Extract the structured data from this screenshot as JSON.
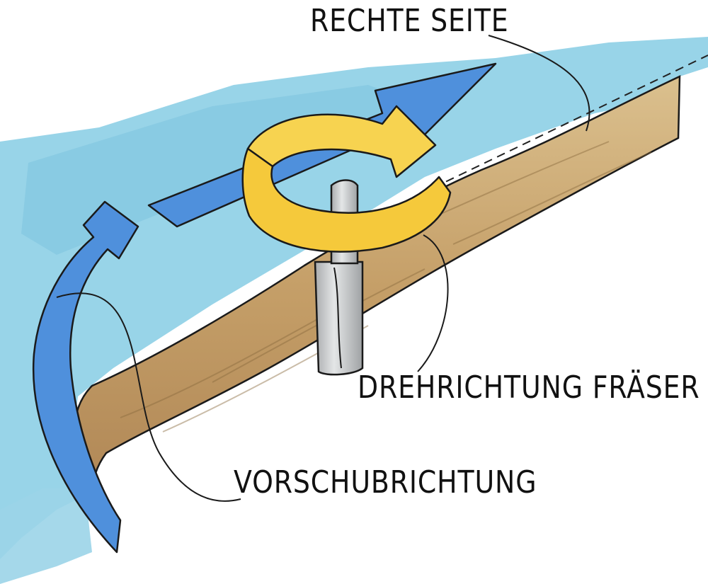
{
  "labels": {
    "right_side": "RECHTE SEITE",
    "cutter_rotation": "DREHRICHTUNG FRÄSER",
    "feed_direction": "VORSCHUBRICHTUNG"
  },
  "colors": {
    "background": "#ffffff",
    "workpiece_surface": "#8fd0e6",
    "wood_edge": "#c9a874",
    "feed_arrow": "#4f90dc",
    "rotation_arrow": "#f7d350",
    "router_bit": "#c7c9ca",
    "ink": "#111111"
  }
}
